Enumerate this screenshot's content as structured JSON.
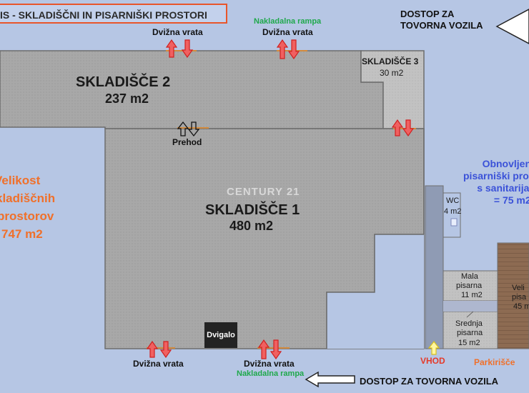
{
  "title": "IS - SKLADIŠČNI IN PISARNIŠKI PROSTORI",
  "colors": {
    "background": "#b6c6e4",
    "warehouse_floor": "#a9a9a9",
    "wc_floor": "#8f9bb4",
    "office_floor": "#c6c6c6",
    "wood_floor": "#8a6a52",
    "accent_orange": "#f0702a",
    "accent_blue": "#3b52d8",
    "accent_green": "#1fa84b",
    "arrow_red": "#e03030"
  },
  "access_top": {
    "line1": "DOSTOP ZA",
    "line2": "TOVORNA VOZILA"
  },
  "access_bottom": "DOSTOP ZA TOVORNA VOZILA",
  "doors": {
    "top_left": "Dvižna vrata",
    "top_ramp_label": "Nakladalna rampa",
    "top_ramp_door": "Dvižna vrata",
    "passage": "Prehod",
    "bottom_left": "Dvižna vrata",
    "bottom_ramp_door": "Dvižna vrata",
    "bottom_ramp_label": "Nakladalna rampa"
  },
  "rooms": {
    "skladisce2": {
      "name": "SKLADIŠČE 2",
      "area": "237 m2"
    },
    "skladisce3": {
      "name": "SKLADIŠČE 3",
      "area": "30 m2"
    },
    "skladisce1": {
      "name": "SKLADIŠČE 1",
      "area": "480 m2"
    },
    "wc": {
      "name": "WC",
      "area": "4 m2"
    },
    "mala": {
      "line1": "Mala",
      "line2": "pisarna",
      "area": "11 m2"
    },
    "srednja": {
      "line1": "Srednja",
      "line2": "pisarna",
      "area": "15 m2"
    },
    "velika": {
      "line1": "Veli",
      "line2": "pisa",
      "area": "45 m"
    }
  },
  "watermark": "CENTURY 21",
  "elevator": "Dvigalo",
  "size_note": {
    "line1": "Velikost",
    "line2": "kladiščnih",
    "line3": "prostorov",
    "line4": "747 m2"
  },
  "offices_note": {
    "line1": "Obnovljen",
    "line2": "pisarniški pros",
    "line3": "s sanitarija",
    "line4": "= 75 m2"
  },
  "entrance": "VHOD",
  "parking": "Parkirišče"
}
